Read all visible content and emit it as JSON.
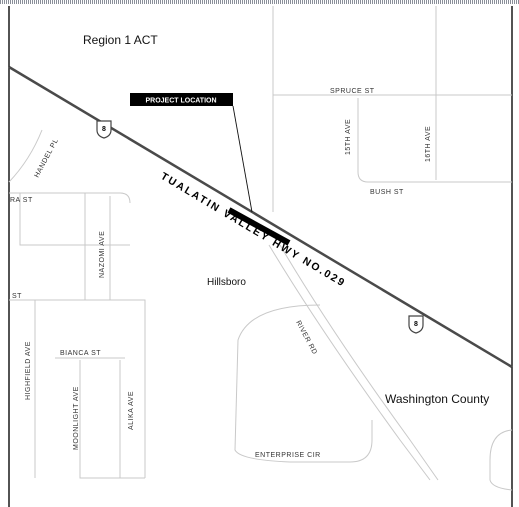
{
  "labels": {
    "region": "Region 1 ACT",
    "project_location": "PROJECT LOCATION",
    "highway": "TUALATIN VALLEY HWY NO.029",
    "city": "Hillsboro",
    "county": "Washington County"
  },
  "streets": {
    "spruce": "SPRUCE ST",
    "fifteenth": "15TH AVE",
    "sixteenth": "16TH AVE",
    "bush": "BUSH ST",
    "handel": "HANDEL PL",
    "ra_st": "RA ST",
    "nazomi": "NAZOMI AVE",
    "st": "ST",
    "highfield": "HIGHFIELD AVE",
    "bianca": "BIANCA ST",
    "moonlight": "MOONLIGHT AVE",
    "alika": "ALIKA AVE",
    "river": "RIVER RD",
    "enterprise": "ENTERPRISE CIR"
  },
  "shields": {
    "route_a": "8",
    "route_b": "8"
  },
  "colors": {
    "highway": "#4a4a4a",
    "project": "#000000",
    "street": "#c9c9c9",
    "frame": "#1a1a1a"
  }
}
